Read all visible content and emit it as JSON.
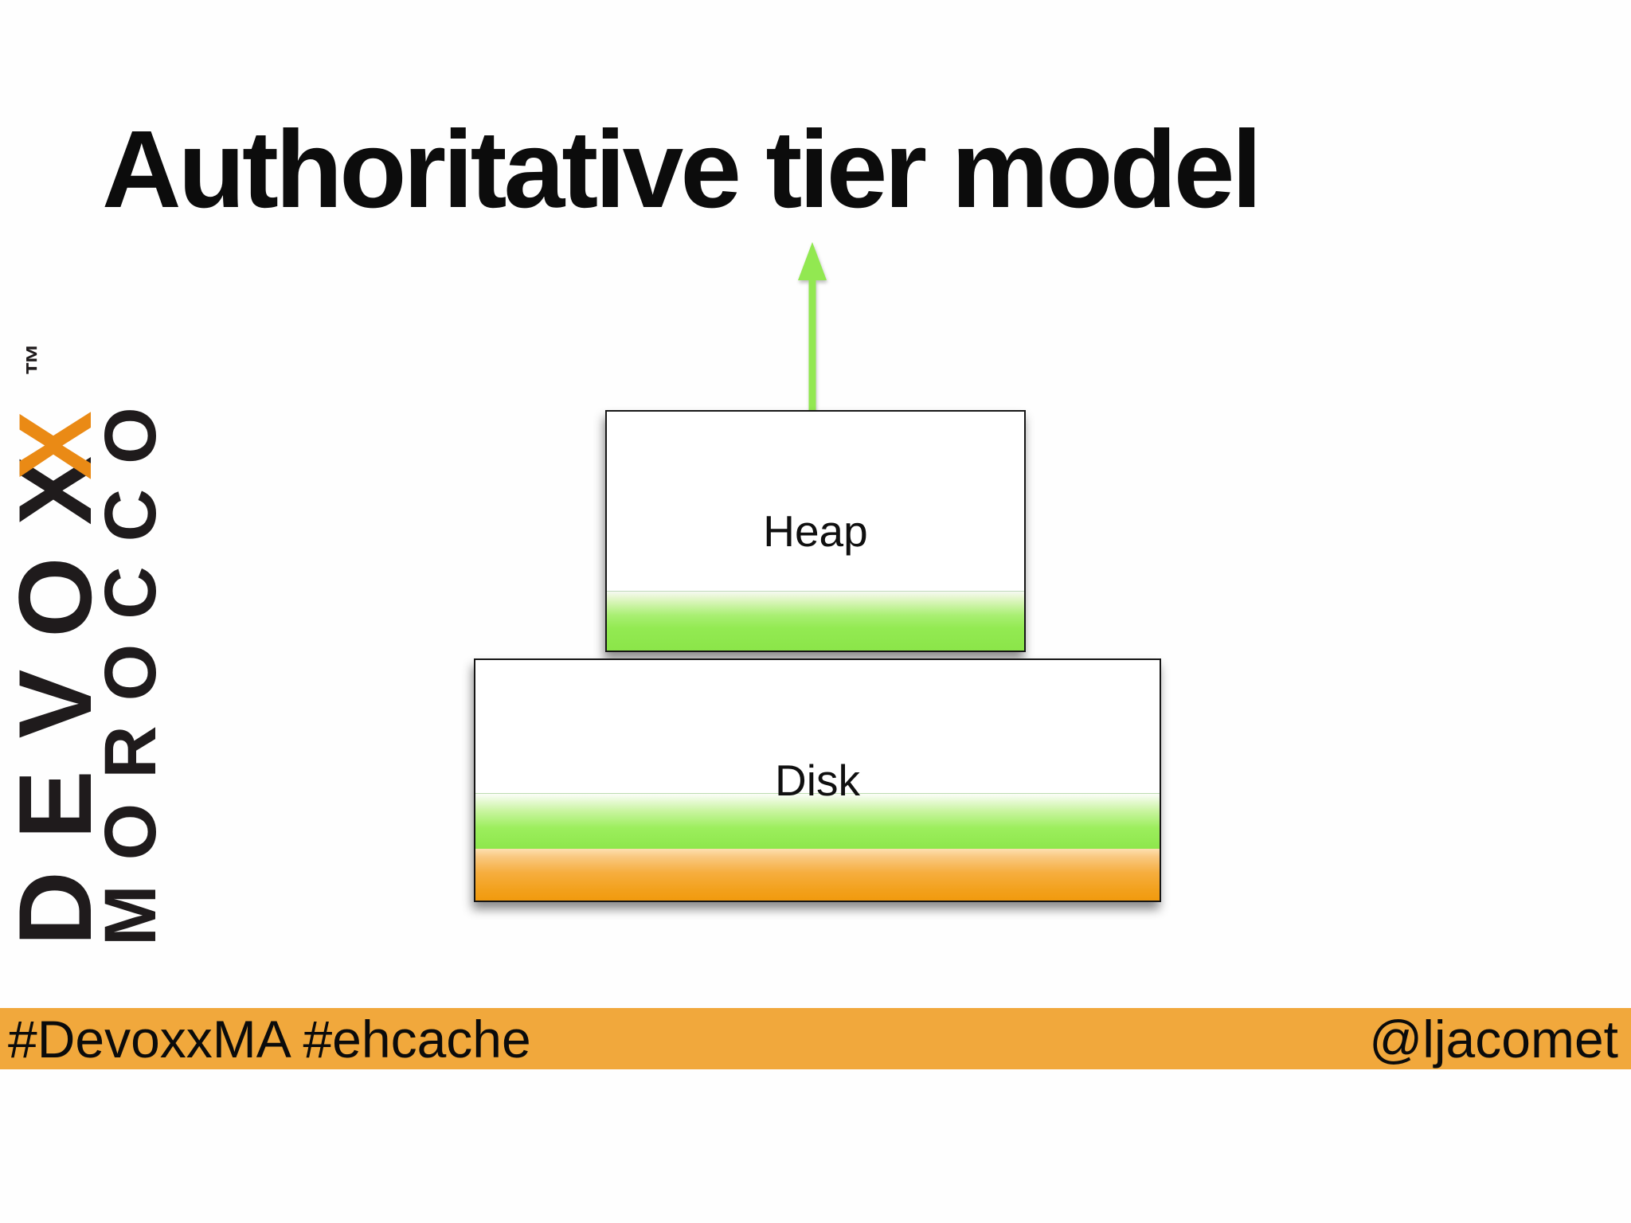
{
  "slide": {
    "title": "Authoritative tier model"
  },
  "logo": {
    "brand_line1_prefix": "DEVO",
    "brand_line1_x1": "X",
    "brand_line1_x2": "X",
    "trademark": "™",
    "brand_line2": "MOROCCO",
    "black_hex": "#1f1b1c",
    "orange_hex": "#ea8a15"
  },
  "diagram": {
    "arrow": {
      "direction": "up",
      "color_hex": "#92e851"
    },
    "tiers": [
      {
        "label": "Heap",
        "stripes": [
          "green"
        ]
      },
      {
        "label": "Disk",
        "stripes": [
          "green",
          "orange"
        ]
      }
    ],
    "green_hex": "#8de64a",
    "stripe_orange_hex": "#f3a01c"
  },
  "footer": {
    "left_text": "#DevoxxMA #ehcache",
    "right_text": "@ljacomet",
    "background_hex": "#f1a83c"
  }
}
